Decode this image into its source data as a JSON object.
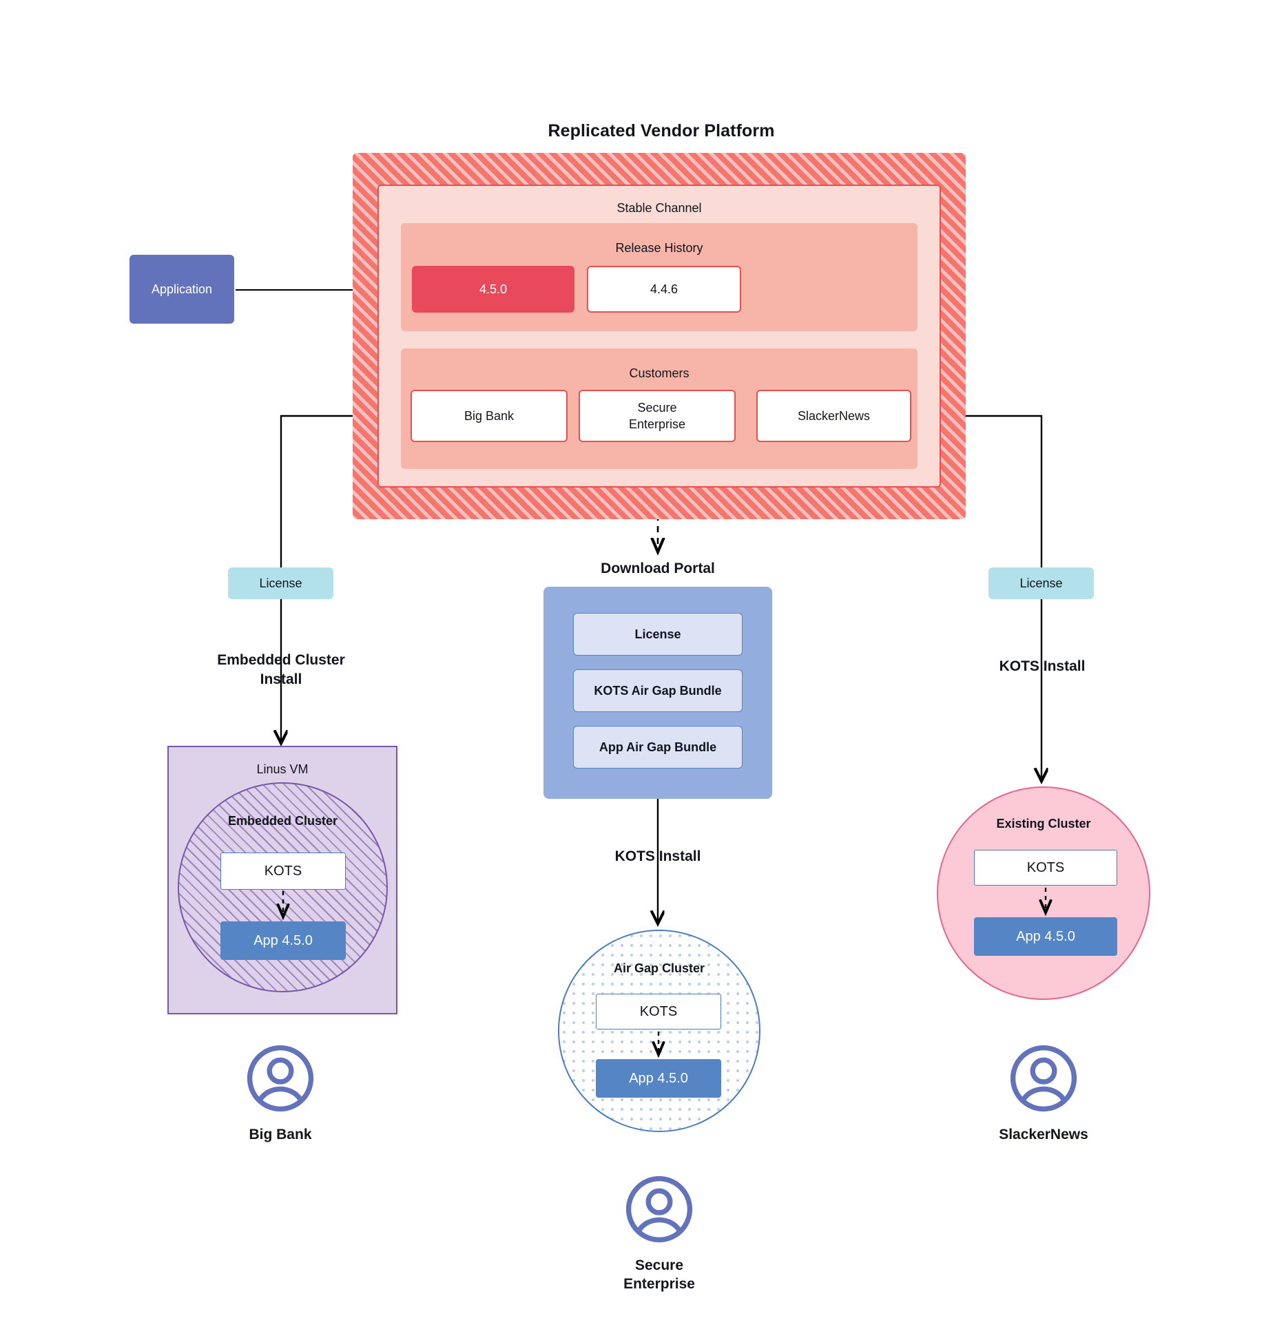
{
  "diagram": {
    "platform": {
      "title": "Replicated Vendor Platform",
      "channel_label": "Stable Channel",
      "release_history_label": "Release History",
      "releases": [
        {
          "version": "4.5.0",
          "state": "active"
        },
        {
          "version": "4.4.6",
          "state": "idle"
        }
      ],
      "customers_label": "Customers",
      "customers": [
        "Big Bank",
        "Secure\nEnterprise",
        "SlackerNews"
      ]
    },
    "application_node": {
      "label": "Application"
    },
    "license_nodes": [
      {
        "label": "License"
      },
      {
        "label": "License"
      }
    ],
    "download_portal": {
      "title": "Download  Portal",
      "items": [
        "License",
        "KOTS Air Gap Bundle",
        "App Air Gap Bundle"
      ]
    },
    "install_labels": {
      "left": "Embedded Cluster\nInstall",
      "center": "KOTS Install",
      "right": "KOTS Install"
    },
    "left_target": {
      "host_label": "Linus VM",
      "cluster_label": "Embedded Cluster",
      "kots_label": "KOTS",
      "app_label": "App 4.5.0"
    },
    "center_target": {
      "cluster_label": "Air Gap Cluster",
      "kots_label": "KOTS",
      "app_label": "App 4.5.0"
    },
    "right_target": {
      "cluster_label": "Existing Cluster",
      "kots_label": "KOTS",
      "app_label": "App 4.5.0"
    },
    "end_users": [
      {
        "name": "Big Bank",
        "icon": "user-avatar-icon"
      },
      {
        "name": "Secure\nEnterprise",
        "icon": "user-avatar-icon"
      },
      {
        "name": "SlackerNews",
        "icon": "user-avatar-icon"
      }
    ],
    "colors": {
      "platform_hatch": "#f4756e",
      "channel_bg": "#fadbd6",
      "band_bg": "#f7b4a9",
      "release_active": "#e8495b",
      "accent_red": "#e8504f",
      "application": "#6272bb",
      "license": "#b2e1ec",
      "portal": "#93aede",
      "portal_item": "#dde3f4",
      "vm": "#ddd2ea",
      "vm_border": "#7b55a8",
      "existing_cluster": "#fbcad6",
      "existing_border": "#e8648c",
      "airgap_border": "#4a7cc0",
      "app_version": "#5585c5",
      "avatar": "#6272bb"
    }
  }
}
